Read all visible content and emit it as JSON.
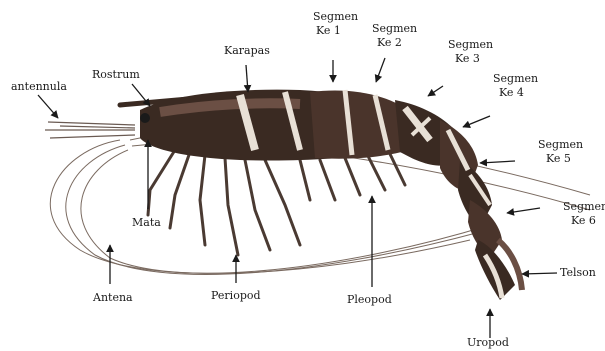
{
  "labels": {
    "antennula": "antennula",
    "rostrum": "Rostrum",
    "karapas": "Karapas",
    "segmen1_a": "Segmen",
    "segmen1_b": "Ke 1",
    "segmen2_a": "Segmen",
    "segmen2_b": "Ke 2",
    "segmen3_a": "Segmen",
    "segmen3_b": "Ke 3",
    "segmen4_a": "Segmen",
    "segmen4_b": "Ke 4",
    "segmen5_a": "Segmen",
    "segmen5_b": "Ke 5",
    "segmen6_a": "Segmen",
    "segmen6_b": "Ke 6",
    "mata": "Mata",
    "antena": "Antena",
    "periopod": "Periopod",
    "pleopod": "Pleopod",
    "telson": "Telson",
    "uropod": "Uropod"
  },
  "colors": {
    "body_dark": "#3a2a22",
    "body_mid": "#6b4f44",
    "stripe": "#e8e0d6",
    "line": "#1a1a1a"
  }
}
